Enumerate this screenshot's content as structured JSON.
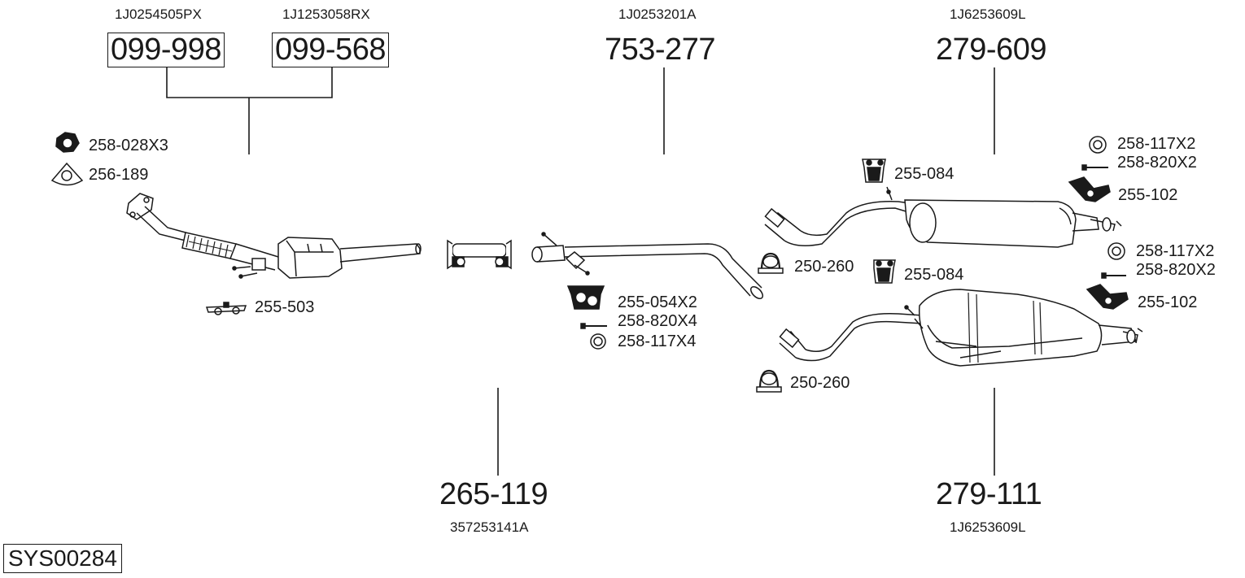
{
  "diagram": {
    "system_code": "SYS00284",
    "oem_numbers": {
      "a": "1J0254505PX",
      "b": "1J1253058RX",
      "c": "1J0253201A",
      "d": "1J6253609L",
      "e": "357253141A",
      "f": "1J6253609L"
    },
    "main_parts": {
      "p1": "099-998",
      "p2": "099-568",
      "p3": "753-277",
      "p4": "279-609",
      "p5": "265-119",
      "p6": "279-111"
    },
    "hardware": {
      "h1": "258-028X3",
      "h2": "256-189",
      "h3": "255-503",
      "h4": "255-054X2",
      "h5": "258-820X4",
      "h6": "258-117X4",
      "h7": "250-260",
      "h8": "255-084",
      "h9": "255-084",
      "h10": "250-260",
      "h11": "258-117X2",
      "h12": "258-820X2",
      "h13": "255-102",
      "h14": "258-117X2",
      "h15": "258-820X2",
      "h16": "255-102"
    }
  }
}
